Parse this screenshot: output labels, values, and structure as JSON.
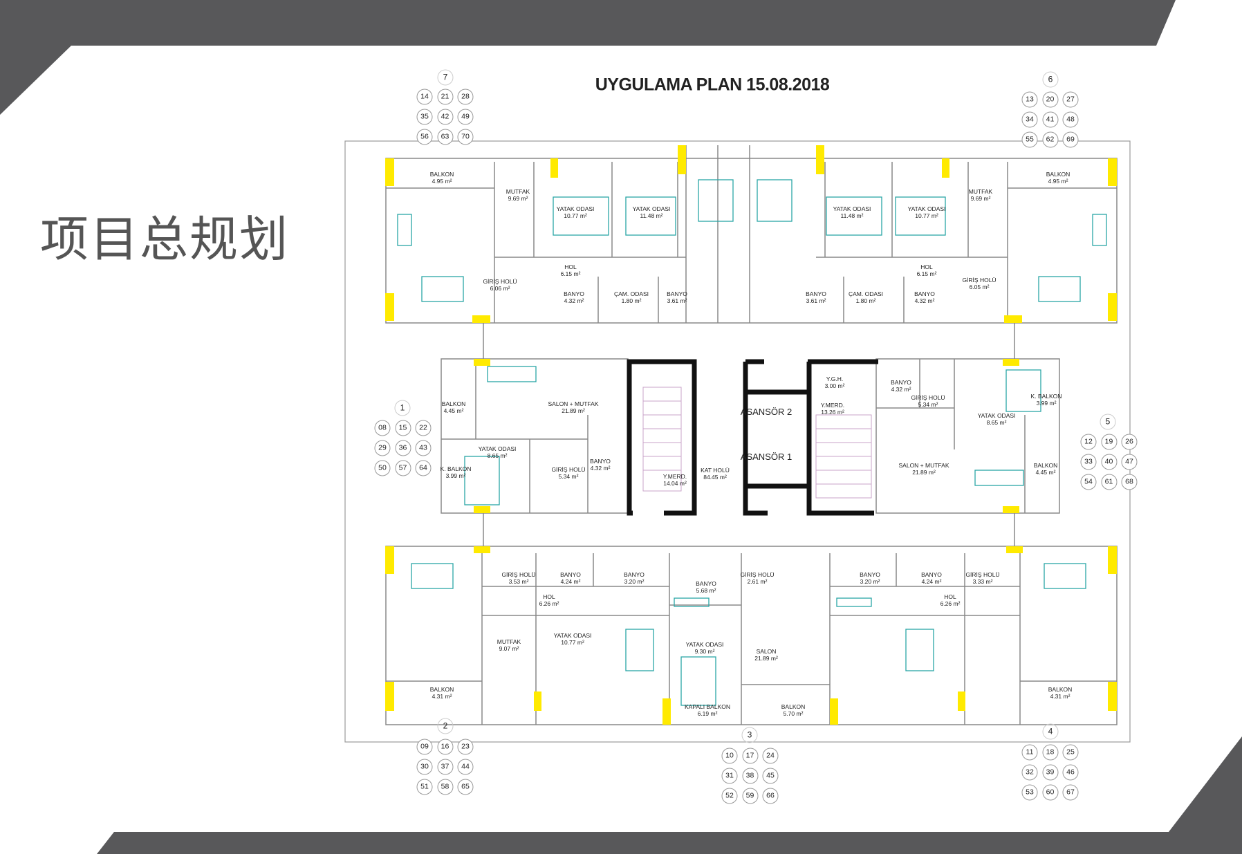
{
  "slide_title": "项目总规划",
  "plan_title": "UYGULAMA PLAN 15.08.2018",
  "colors": {
    "band": "#58585a",
    "column": "#ffea00",
    "wall": "#7a7a7a",
    "furniture": "#2aa6a6",
    "core": "#111111"
  },
  "unit_groups": [
    {
      "label": "7",
      "units": [
        "14",
        "21",
        "28",
        "35",
        "42",
        "49",
        "56",
        "63",
        "70"
      ]
    },
    {
      "label": "6",
      "units": [
        "13",
        "20",
        "27",
        "34",
        "41",
        "48",
        "55",
        "62",
        "69"
      ]
    },
    {
      "label": "1",
      "units": [
        "08",
        "15",
        "22",
        "29",
        "36",
        "43",
        "50",
        "57",
        "64"
      ]
    },
    {
      "label": "5",
      "units": [
        "12",
        "19",
        "26",
        "33",
        "40",
        "47",
        "54",
        "61",
        "68"
      ]
    },
    {
      "label": "2",
      "units": [
        "09",
        "16",
        "23",
        "30",
        "37",
        "44",
        "51",
        "58",
        "65"
      ]
    },
    {
      "label": "3",
      "units": [
        "10",
        "17",
        "24",
        "31",
        "38",
        "45",
        "52",
        "59",
        "66"
      ]
    },
    {
      "label": "4",
      "units": [
        "11",
        "18",
        "25",
        "32",
        "39",
        "46",
        "53",
        "60",
        "67"
      ]
    }
  ],
  "rooms": [
    {
      "name": "BALKON",
      "area": "4.95 m²"
    },
    {
      "name": "MUTFAK",
      "area": "9.69 m²"
    },
    {
      "name": "YATAK ODASI",
      "area": "10.77 m²"
    },
    {
      "name": "YATAK ODASI",
      "area": "11.48 m²"
    },
    {
      "name": "HOL",
      "area": "6.15 m²"
    },
    {
      "name": "GİRİŞ HOLÜ",
      "area": "6.06 m²"
    },
    {
      "name": "BANYO",
      "area": "4.32 m²"
    },
    {
      "name": "ÇAM. ODASI",
      "area": "1.80 m²"
    },
    {
      "name": "BANYO",
      "area": "3.61 m²"
    },
    {
      "name": "BALKON",
      "area": "4.95 m²"
    },
    {
      "name": "MUTFAK",
      "area": "9.69 m²"
    },
    {
      "name": "YATAK ODASI",
      "area": "11.48 m²"
    },
    {
      "name": "YATAK ODASI",
      "area": "10.77 m²"
    },
    {
      "name": "HOL",
      "area": "6.15 m²"
    },
    {
      "name": "GİRİŞ HOLÜ",
      "area": "6.05 m²"
    },
    {
      "name": "BANYO",
      "area": "4.32 m²"
    },
    {
      "name": "ÇAM. ODASI",
      "area": "1.80 m²"
    },
    {
      "name": "BANYO",
      "area": "3.61 m²"
    },
    {
      "name": "BALKON",
      "area": "4.45 m²"
    },
    {
      "name": "SALON + MUTFAK",
      "area": "21.89 m²"
    },
    {
      "name": "YATAK ODASI",
      "area": "8.65 m²"
    },
    {
      "name": "K. BALKON",
      "area": "3.99 m²"
    },
    {
      "name": "GİRİŞ HOLÜ",
      "area": "5.34 m²"
    },
    {
      "name": "BANYO",
      "area": "4.32 m²"
    },
    {
      "name": "Y.MERD.",
      "area": "14.04 m²"
    },
    {
      "name": "KAT HOLÜ",
      "area": "84.45 m²"
    },
    {
      "name": "ASANSÖR 2",
      "area": ""
    },
    {
      "name": "ASANSÖR 1",
      "area": ""
    },
    {
      "name": "Y.G.H.",
      "area": "3.00 m²"
    },
    {
      "name": "Y.MERD.",
      "area": "13.26 m²"
    },
    {
      "name": "BANYO",
      "area": "4.32 m²"
    },
    {
      "name": "GİRİŞ HOLÜ",
      "area": "5.34 m²"
    },
    {
      "name": "K. BALKON",
      "area": "3.99 m²"
    },
    {
      "name": "YATAK ODASI",
      "area": "8.65 m²"
    },
    {
      "name": "SALON + MUTFAK",
      "area": "21.89 m²"
    },
    {
      "name": "BALKON",
      "area": "4.45 m²"
    },
    {
      "name": "GİRİŞ HOLÜ",
      "area": "3.53 m²"
    },
    {
      "name": "BANYO",
      "area": "4.24 m²"
    },
    {
      "name": "BANYO",
      "area": "3.20 m²"
    },
    {
      "name": "HOL",
      "area": "6.26 m²"
    },
    {
      "name": "MUTFAK",
      "area": "9.07 m²"
    },
    {
      "name": "YATAK ODASI",
      "area": "10.77 m²"
    },
    {
      "name": "BALKON",
      "area": "4.31 m²"
    },
    {
      "name": "BANYO",
      "area": "5.68 m²"
    },
    {
      "name": "YATAK ODASI",
      "area": "9.30 m²"
    },
    {
      "name": "KAPALI BALKON",
      "area": "6.19 m²"
    },
    {
      "name": "GİRİŞ HOLÜ",
      "area": "2.61 m²"
    },
    {
      "name": "SALON",
      "area": "21.89 m²"
    },
    {
      "name": "BALKON",
      "area": "5.70 m²"
    },
    {
      "name": "BANYO",
      "area": "3.20 m²"
    },
    {
      "name": "BANYO",
      "area": "4.24 m²"
    },
    {
      "name": "GİRİŞ HOLÜ",
      "area": "3.33 m²"
    },
    {
      "name": "HOL",
      "area": "6.26 m²"
    },
    {
      "name": "BALKON",
      "area": "4.31 m²"
    }
  ]
}
